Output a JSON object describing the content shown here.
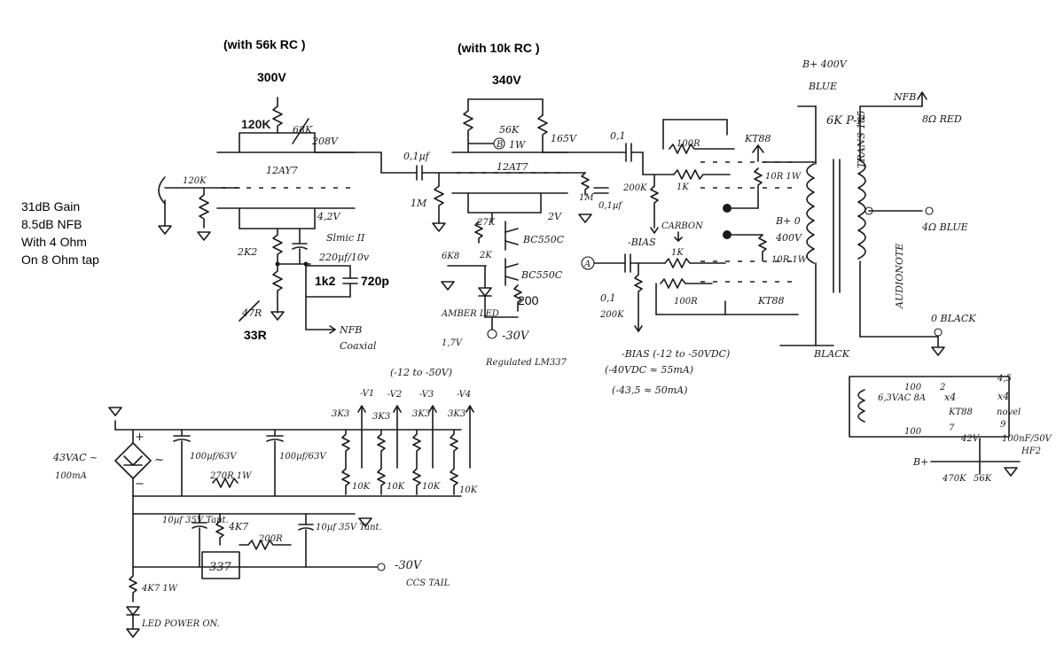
{
  "typed_notes": {
    "input_stage_rc": "(with 56k RC  )",
    "input_stage_voltage": "300V",
    "driver_stage_rc": "(with 10k RC  )",
    "driver_stage_voltage": "340V",
    "gain": "31dB Gain",
    "nfb": "8.5dB NFB",
    "load": "With 4 Ohm",
    "tap": "On 8 Ohm tap",
    "nfb_r": "33R",
    "nfb_rc_r": "1k2",
    "nfb_rc_c": "720p",
    "ccs_r": "200"
  },
  "input_stage": {
    "tube": "12AY7",
    "anode_r": "120K",
    "anode_r2_struck": "68K",
    "anode_v": "208V",
    "grid_r": "120K",
    "cathode_v": "4,2V",
    "cathode_r": "2K2",
    "cathode_cap": "Slmic II",
    "cathode_cap_value": "220µf/10v",
    "nfb_r_struck": "47R",
    "nfb_label": "NFB",
    "nfb_cable": "Coaxial"
  },
  "driver_stage": {
    "tube": "12AT7",
    "coupling_cap": "0,1µf",
    "grid_r": "1M",
    "anode_r": "56K",
    "anode_r_power": "1W",
    "node_marker": "B",
    "anode_v": "165V",
    "cathode_v": "2V",
    "cathode_cap": "0,1µf",
    "ccs_r1": "27K",
    "ccs_r2": "6K8",
    "ccs_r3": "2K",
    "transistor1": "BC550C",
    "transistor2": "BC550C",
    "led": "AMBER LED",
    "led_v": "1,7V",
    "supply": "-30V",
    "regulator_note": "Regulated LM337"
  },
  "output_stage": {
    "coupling_cap1": "0,1",
    "coupling_cap2": "0,1",
    "marker": "A",
    "grid_r_top": "200K",
    "grid_r_bottom": "200K",
    "grid_stop_top": "1K",
    "grid_stop_bottom": "1K",
    "screen_r_top": "100R",
    "screen_r_bottom": "100R",
    "cathode_r_top": "10R 1W",
    "cathode_r_bottom": "10R 1W",
    "carbon_note": "CARBON",
    "bias_label": "-BIAS",
    "tube_top": "KT88",
    "tube_bottom": "KT88",
    "b_plus": "B+ 0",
    "b_plus_v": "400V",
    "bias_range": "-BIAS (-12 to -50VDC)",
    "bias_1": "(-40VDC ≈ 55mA)",
    "bias_2": "(-43,5 ≈ 50mA)"
  },
  "transformer": {
    "b_plus_top": "B+ 400V",
    "blue": "BLUE",
    "primary": "6K P-P",
    "name": "TRANS 185",
    "brand": "AUDIONOTE",
    "nfb": "NFB",
    "tap_8": "8Ω RED",
    "tap_4": "4Ω BLUE",
    "tap_0": "0 BLACK",
    "black": "BLACK"
  },
  "bias_supply": {
    "range": "(-12 to -50V)",
    "outputs": [
      "-V1",
      "-V2",
      "-V3",
      "-V4"
    ],
    "series_r": [
      "3K3",
      "3K3",
      "3K3",
      "3K3"
    ],
    "pots": [
      "10K",
      "10K",
      "10K",
      "10K"
    ],
    "ac_in": "43VAC ~",
    "ac_current": "100mA",
    "cap1": "100µf/63V",
    "cap2": "100µf/63V",
    "filter_r": "270R 1W",
    "tant1": "10µf 35V Tant.",
    "tant2": "10µf 35V Tant.",
    "reg_r1": "4K7",
    "reg_r2": "200R",
    "regulator": "337",
    "output": "-30V",
    "output_note": "CCS TAIL",
    "led_r": "4K7 1W",
    "led": "LED POWER ON."
  },
  "heater_supply": {
    "ac": "6,3VAC 8A",
    "count_kt88": "x4",
    "tube": "KT88",
    "count_novel": "x4",
    "novel": "novel",
    "pin2": "2",
    "pin45": "4,5",
    "pin7": "7",
    "pin9": "9",
    "r1": "100",
    "r2": "100",
    "v": "42V",
    "cap": "100nF/50V",
    "hf": "HF2",
    "b_plus": "B+",
    "r3": "470K",
    "r4": "56K"
  }
}
